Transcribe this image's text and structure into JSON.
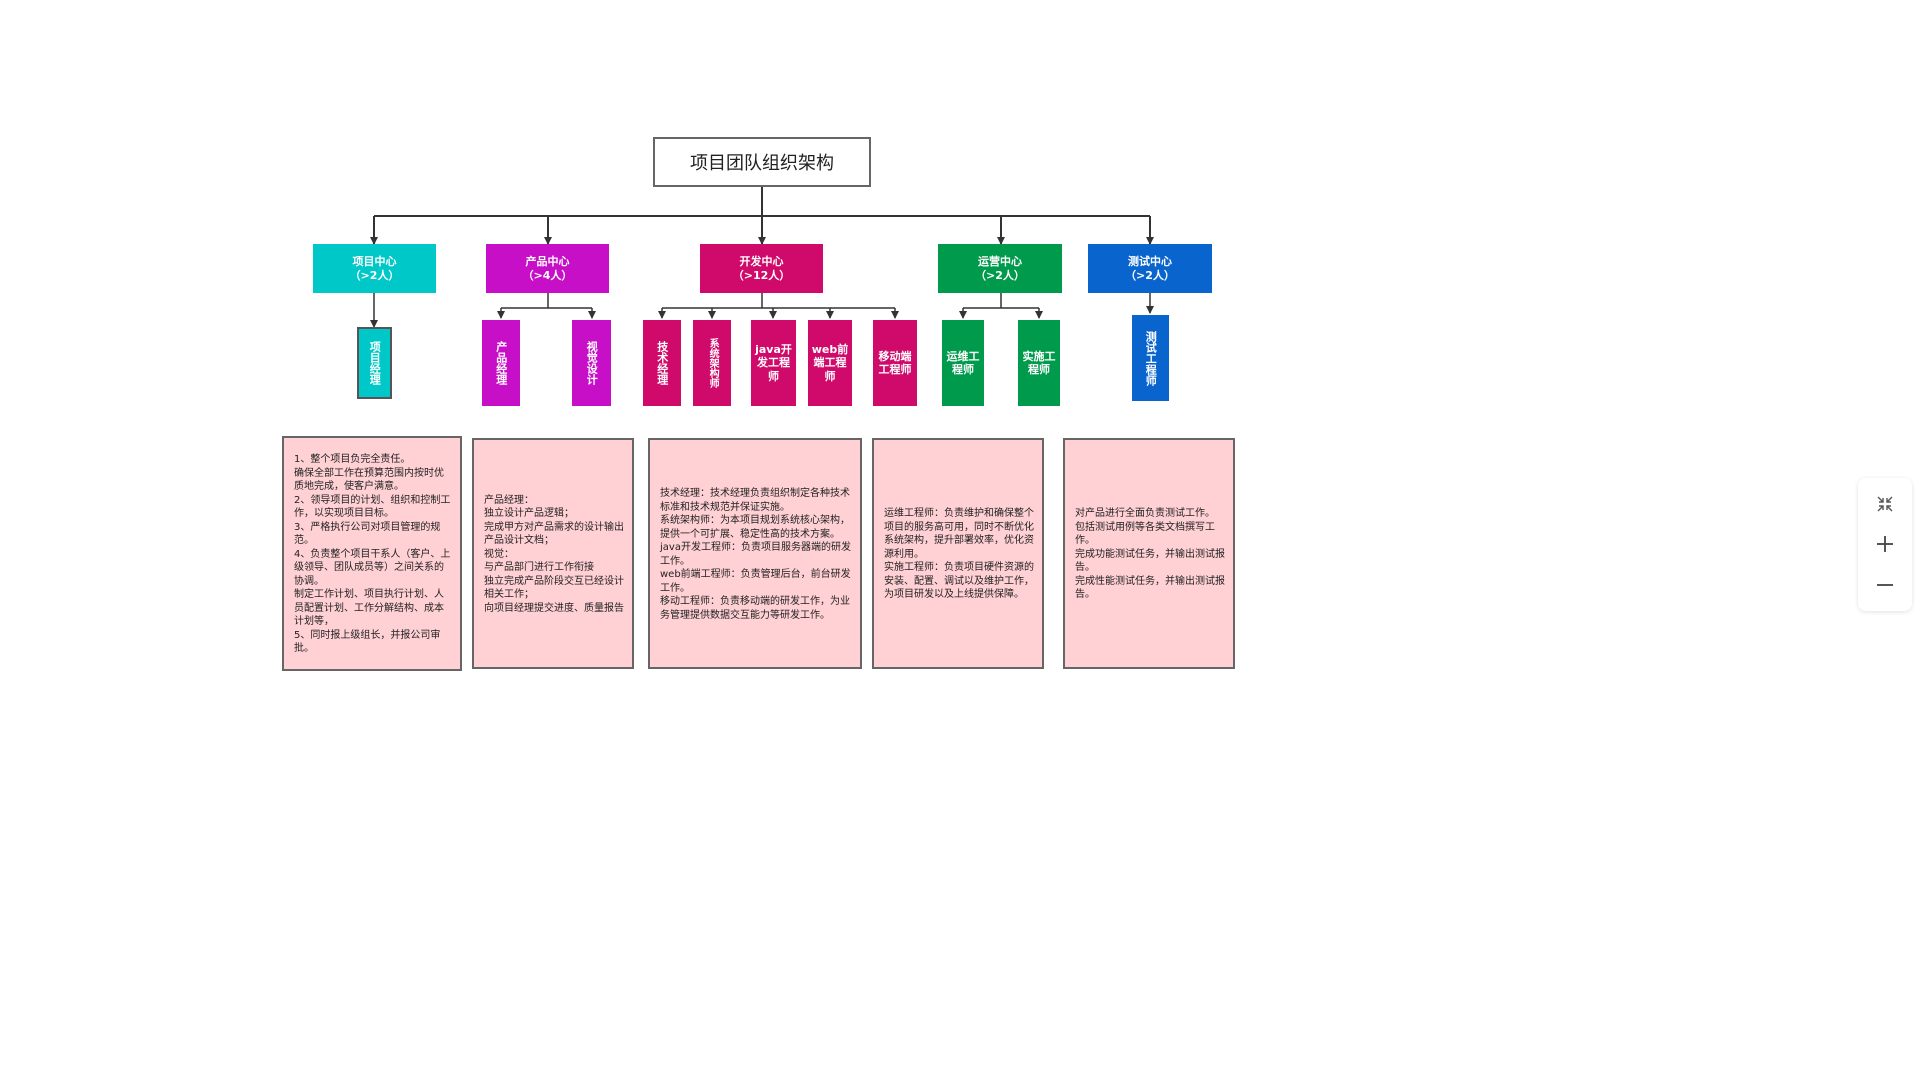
{
  "root": {
    "label": "项目团队组织架构"
  },
  "centers": [
    {
      "name": "项目中心",
      "count": "（>2人）",
      "color": "#00c8c8"
    },
    {
      "name": "产品中心",
      "count": "（>4人）",
      "color": "#c80fc8"
    },
    {
      "name": "开发中心",
      "count": "（>12人）",
      "color": "#cf0a6b"
    },
    {
      "name": "运营中心",
      "count": "（>2人）",
      "color": "#009a4c"
    },
    {
      "name": "测试中心",
      "count": "（>2人）",
      "color": "#0a64cd"
    }
  ],
  "roles": [
    "项目经理",
    "产品经理",
    "视觉设计",
    "技术经理",
    "系统架构师",
    "java开发工程师",
    "web前端工程师",
    "移动端工程师",
    "运维工程师",
    "实施工程师",
    "测试工程师"
  ],
  "descriptions": [
    "1、整个项目负完全责任。\n确保全部工作在预算范围内按时优质地完成，使客户满意。\n2、领导项目的计划、组织和控制工作，以实现项目目标。\n3、严格执行公司对项目管理的规范。\n4、负责整个项目干系人（客户、上级领导、团队成员等）之间关系的协调。\n制定工作计划、项目执行计划、人员配置计划、工作分解结构、成本计划等，\n5、同时报上级组长，并报公司审批。",
    "产品经理：\n独立设计产品逻辑；\n完成甲方对产品需求的设计输出产品设计文档；\n视觉：\n与产品部门进行工作衔接\n独立完成产品阶段交互已经设计相关工作；\n向项目经理提交进度、质量报告",
    "技术经理：技术经理负责组织制定各种技术标准和技术规范并保证实施。\n系统架构师：为本项目规划系统核心架构，提供一个可扩展、稳定性高的技术方案。\njava开发工程师：负责项目服务器端的研发工作。\nweb前端工程师：负责管理后台，前台研发工作。\n移动工程师：负责移动端的研发工作，为业务管理提供数据交互能力等研发工作。",
    "运维工程师：负责维护和确保整个项目的服务高可用，同时不断优化系统架构，提升部署效率，优化资源利用。\n实施工程师：负责项目硬件资源的安装、配置、调试以及维护工作，为项目研发以及上线提供保障。",
    "对产品进行全面负责测试工作。\n包括测试用例等各类文档撰写工作。\n完成功能测试任务，并输出测试报告。\n完成性能测试任务，并输出测试报告。"
  ],
  "colors": {
    "desc_bg": "#ffd0d4",
    "border": "#666666",
    "edge": "#333333"
  },
  "icons": [
    "collapse-icon",
    "zoom-in-icon",
    "zoom-out-icon"
  ]
}
